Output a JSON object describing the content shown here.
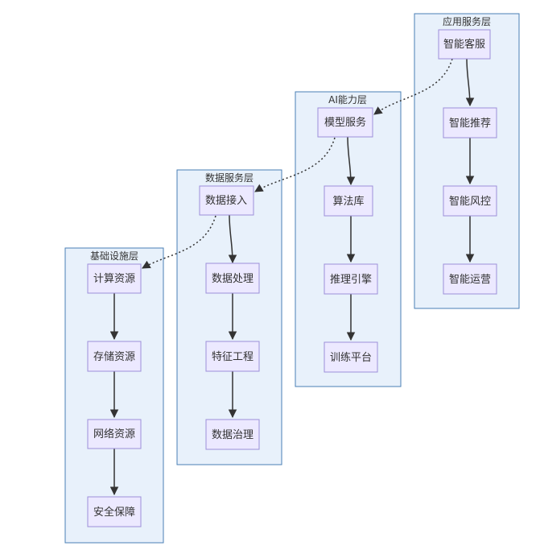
{
  "layers": {
    "application": {
      "title": "应用服务层"
    },
    "ai": {
      "title": "AI能力层"
    },
    "data": {
      "title": "数据服务层"
    },
    "infra": {
      "title": "基础设施层"
    }
  },
  "nodes": {
    "smart_service": "智能客服",
    "smart_recommend": "智能推荐",
    "smart_risk": "智能风控",
    "smart_ops": "智能运营",
    "model_service": "模型服务",
    "algorithm_lib": "算法库",
    "inference_engine": "推理引擎",
    "training_platform": "训练平台",
    "data_ingest": "数据接入",
    "data_processing": "数据处理",
    "feature_eng": "特征工程",
    "data_governance": "数据治理",
    "compute": "计算资源",
    "storage": "存储资源",
    "network": "网络资源",
    "security": "安全保障"
  },
  "colors": {
    "layer_fill": "#e8f1fb",
    "layer_border": "#4a7fb5",
    "node_fill": "#ece9ff",
    "node_border": "#9d8fd8",
    "edge": "#333333"
  }
}
